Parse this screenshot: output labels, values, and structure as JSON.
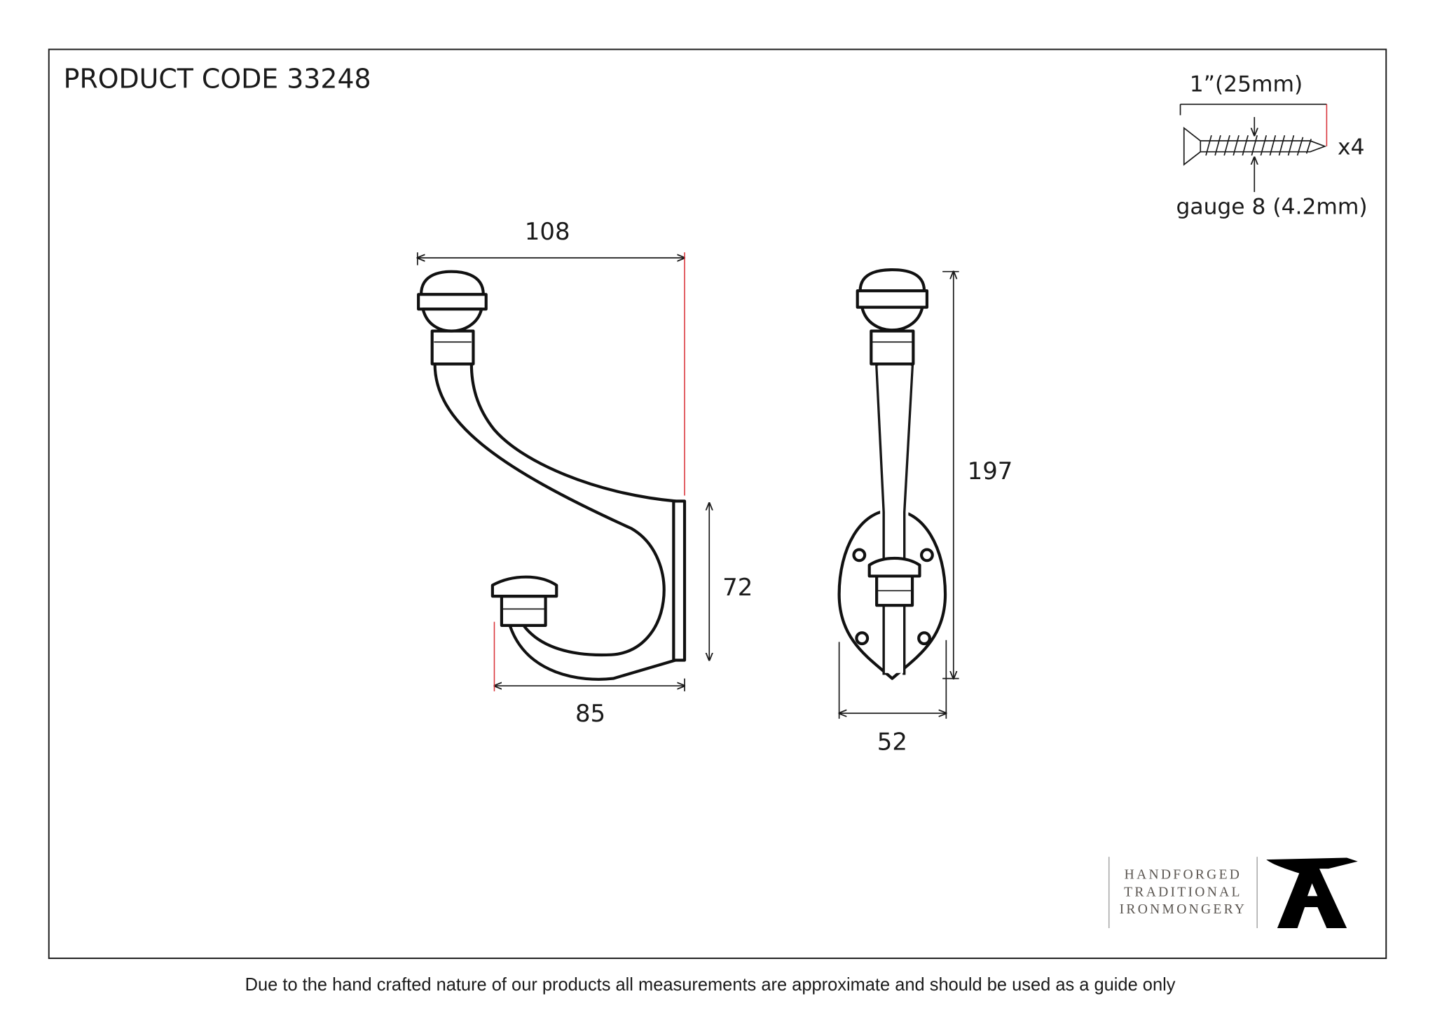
{
  "product_code": "PRODUCT CODE 33248",
  "dimensions": {
    "width_label": "108",
    "depth_label": "72",
    "lower_width_label": "85",
    "height_label": "197",
    "plate_width_label": "52"
  },
  "screw": {
    "length_label": "1”(25mm)",
    "quantity_label": "x4",
    "gauge_label": "gauge 8 (4.2mm)"
  },
  "logo": {
    "lines": [
      "HANDFORGED",
      "TRADITIONAL",
      "IRONMONGERY"
    ]
  },
  "footer": "Due to the hand crafted nature of our products all measurements are approximate and should be used as a guide only",
  "colors": {
    "line": "#1a1a1a",
    "extension_red": "#d9343a"
  }
}
